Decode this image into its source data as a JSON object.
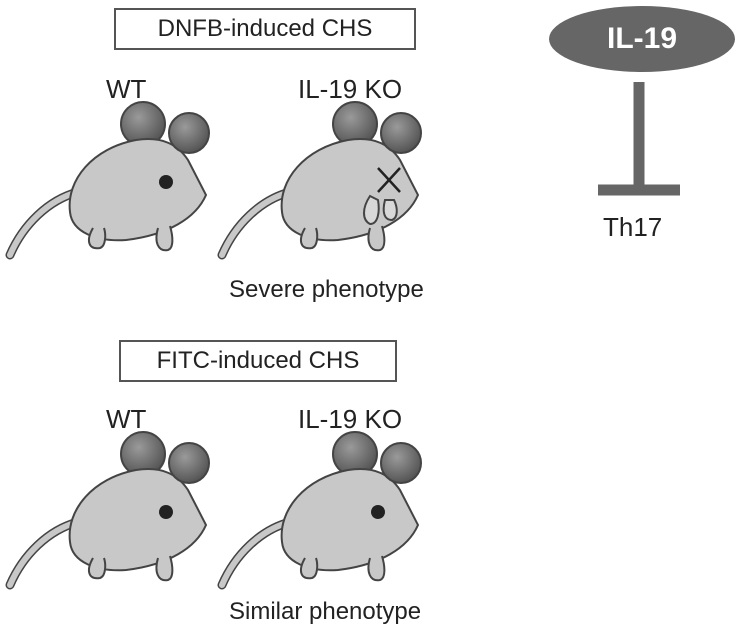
{
  "panels": [
    {
      "title": "DNFB-induced CHS",
      "left_label": "WT",
      "right_label": "IL-19 KO",
      "phenotype": "Severe phenotype"
    },
    {
      "title": "FITC-induced CHS",
      "left_label": "WT",
      "right_label": "IL-19 KO",
      "phenotype": "Similar phenotype"
    }
  ],
  "pathway": {
    "regulator": "IL-19",
    "target": "Th17",
    "relation": "inhibits"
  },
  "colors": {
    "body": "#c8c8c8",
    "ear": "#777777",
    "outline": "#444444",
    "regulator_fill": "#666666",
    "inhibition_bar": "#666666"
  }
}
